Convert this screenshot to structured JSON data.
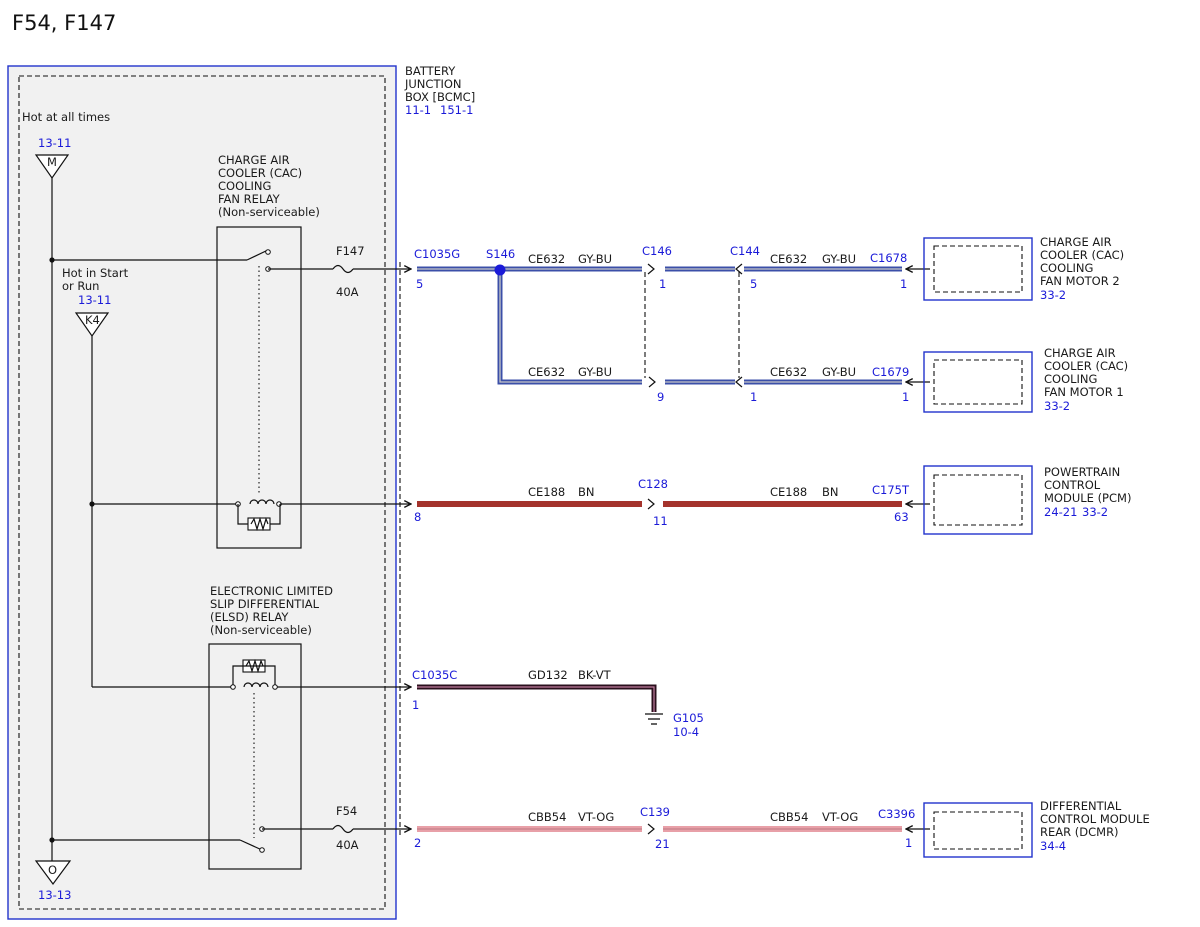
{
  "title": "F54, F147",
  "bjb": {
    "label": [
      "BATTERY",
      "JUNCTION",
      "BOX [BCMC]"
    ],
    "refs": [
      "11-1",
      "151-1"
    ]
  },
  "power": {
    "hot_all_times": "Hot at all times",
    "m_ref": "13-11",
    "m_label": "M",
    "hot_start_run": [
      "Hot in Start",
      "or Run"
    ],
    "k4_ref": "13-11",
    "k4_label": "K4",
    "o_ref": "13-13",
    "o_label": "O"
  },
  "relays": {
    "cac": [
      "CHARGE AIR",
      "COOLER (CAC)",
      "COOLING",
      "FAN RELAY",
      "(Non-serviceable)"
    ],
    "elsd": [
      "ELECTRONIC LIMITED",
      "SLIP DIFFERENTIAL",
      "(ELSD) RELAY",
      "(Non-serviceable)"
    ]
  },
  "fuses": {
    "f147": {
      "name": "F147",
      "rating": "40A"
    },
    "f54": {
      "name": "F54",
      "rating": "40A"
    }
  },
  "circuits": {
    "fan2": {
      "conn_start": "C1035G",
      "pin_start": "5",
      "splice": "S146",
      "seg1_circuit": "CE632",
      "seg1_color": "GY-BU",
      "c146": "C146",
      "c146_pin": "1",
      "c144": "C144",
      "c144_pin": "5",
      "seg2_circuit": "CE632",
      "seg2_color": "GY-BU",
      "conn_end": "C1678",
      "pin_end": "1"
    },
    "fan1": {
      "seg1_circuit": "CE632",
      "seg1_color": "GY-BU",
      "c146_pin": "9",
      "c144_pin": "1",
      "seg2_circuit": "CE632",
      "seg2_color": "GY-BU",
      "conn_end": "C1679",
      "pin_end": "1"
    },
    "pcm": {
      "pin_start": "8",
      "seg1_circuit": "CE188",
      "seg1_color": "BN",
      "c128": "C128",
      "c128_pin": "11",
      "seg2_circuit": "CE188",
      "seg2_color": "BN",
      "conn_end": "C175T",
      "pin_end": "63"
    },
    "ground": {
      "conn_start": "C1035C",
      "pin_start": "1",
      "circuit": "GD132",
      "color": "BK-VT",
      "ground_name": "G105",
      "ground_ref": "10-4"
    },
    "dcmr": {
      "pin_start": "2",
      "seg1_circuit": "CBB54",
      "seg1_color": "VT-OG",
      "c139": "C139",
      "c139_pin": "21",
      "seg2_circuit": "CBB54",
      "seg2_color": "VT-OG",
      "conn_end": "C3396",
      "pin_end": "1"
    }
  },
  "components": {
    "fan2": {
      "label": [
        "CHARGE AIR",
        "COOLER (CAC)",
        "COOLING",
        "FAN MOTOR 2"
      ],
      "ref": "33-2"
    },
    "fan1": {
      "label": [
        "CHARGE AIR",
        "COOLER (CAC)",
        "COOLING",
        "FAN MOTOR 1"
      ],
      "ref": "33-2"
    },
    "pcm": {
      "label": [
        "POWERTRAIN",
        "CONTROL",
        "MODULE (PCM)"
      ],
      "refs": [
        "24-21",
        "33-2"
      ]
    },
    "dcmr": {
      "label": [
        "DIFFERENTIAL",
        "CONTROL MODULE",
        "REAR (DCMR)"
      ],
      "ref": "34-4"
    }
  },
  "colors": {
    "gy_bu": "#3b4fa8",
    "bn": "#a4332c",
    "bk_vt": "#2a0f1c",
    "vt_og": "#e8a0a8",
    "box_blue": "#2233cc",
    "ref_blue": "#1a1ad8"
  }
}
